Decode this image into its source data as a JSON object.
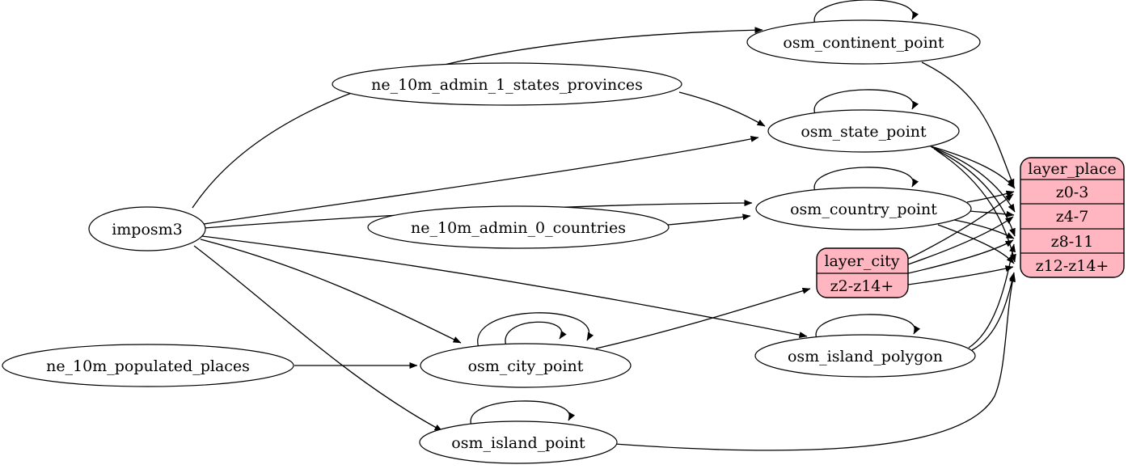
{
  "diagram": {
    "background": "#ffffff",
    "edge_color": "#000000",
    "tables": {
      "imposm3": "imposm3",
      "ne_10m_admin_1_states_provinces": "ne_10m_admin_1_states_provinces",
      "ne_10m_admin_0_countries": "ne_10m_admin_0_countries",
      "ne_10m_populated_places": "ne_10m_populated_places",
      "osm_continent_point": "osm_continent_point",
      "osm_state_point": "osm_state_point",
      "osm_country_point": "osm_country_point",
      "osm_city_point": "osm_city_point",
      "osm_island_polygon": "osm_island_polygon",
      "osm_island_point": "osm_island_point"
    },
    "records": {
      "layer_city": {
        "title": "layer_city",
        "rows": [
          "z2-z14+"
        ],
        "fill": "#ffb6c1"
      },
      "layer_place": {
        "title": "layer_place",
        "rows": [
          "z0-3",
          "z4-7",
          "z8-11",
          "z12-z14+"
        ],
        "fill": "#ffb6c1"
      }
    },
    "edges": [
      {
        "from": "imposm3",
        "to": "osm_continent_point"
      },
      {
        "from": "imposm3",
        "to": "osm_state_point"
      },
      {
        "from": "imposm3",
        "to": "osm_country_point"
      },
      {
        "from": "imposm3",
        "to": "osm_city_point"
      },
      {
        "from": "imposm3",
        "to": "osm_island_polygon"
      },
      {
        "from": "imposm3",
        "to": "osm_island_point"
      },
      {
        "from": "ne_10m_admin_1_states_provinces",
        "to": "osm_state_point"
      },
      {
        "from": "ne_10m_admin_0_countries",
        "to": "osm_country_point"
      },
      {
        "from": "ne_10m_populated_places",
        "to": "osm_city_point"
      },
      {
        "from": "osm_continent_point",
        "to": "osm_continent_point"
      },
      {
        "from": "osm_state_point",
        "to": "osm_state_point"
      },
      {
        "from": "osm_country_point",
        "to": "osm_country_point"
      },
      {
        "from": "osm_city_point",
        "to": "osm_city_point"
      },
      {
        "from": "osm_city_point",
        "to": "osm_city_point"
      },
      {
        "from": "osm_island_polygon",
        "to": "osm_island_polygon"
      },
      {
        "from": "osm_island_point",
        "to": "osm_island_point"
      },
      {
        "from": "osm_city_point",
        "to": "layer_city",
        "to_port": "z2-z14+"
      },
      {
        "from": "osm_continent_point",
        "to": "layer_place",
        "to_port": "z0-3"
      },
      {
        "from": "osm_state_point",
        "to": "layer_place",
        "to_port": "z0-3"
      },
      {
        "from": "osm_state_point",
        "to": "layer_place",
        "to_port": "z4-7"
      },
      {
        "from": "osm_state_point",
        "to": "layer_place",
        "to_port": "z8-11"
      },
      {
        "from": "osm_state_point",
        "to": "layer_place",
        "to_port": "z12-z14+"
      },
      {
        "from": "osm_country_point",
        "to": "layer_place",
        "to_port": "z0-3"
      },
      {
        "from": "osm_country_point",
        "to": "layer_place",
        "to_port": "z4-7"
      },
      {
        "from": "osm_country_point",
        "to": "layer_place",
        "to_port": "z8-11"
      },
      {
        "from": "osm_country_point",
        "to": "layer_place",
        "to_port": "z12-z14+"
      },
      {
        "from": "osm_island_polygon",
        "to": "layer_place",
        "to_port": "z8-11"
      },
      {
        "from": "osm_island_polygon",
        "to": "layer_place",
        "to_port": "z12-z14+"
      },
      {
        "from": "osm_island_point",
        "to": "layer_place",
        "to_port": "z12-z14+"
      },
      {
        "from": "layer_city",
        "to": "layer_place",
        "to_port": "z0-3"
      },
      {
        "from": "layer_city",
        "to": "layer_place",
        "to_port": "z4-7"
      },
      {
        "from": "layer_city",
        "to": "layer_place",
        "to_port": "z8-11"
      },
      {
        "from": "layer_city",
        "to": "layer_place",
        "to_port": "z12-z14+"
      }
    ]
  }
}
